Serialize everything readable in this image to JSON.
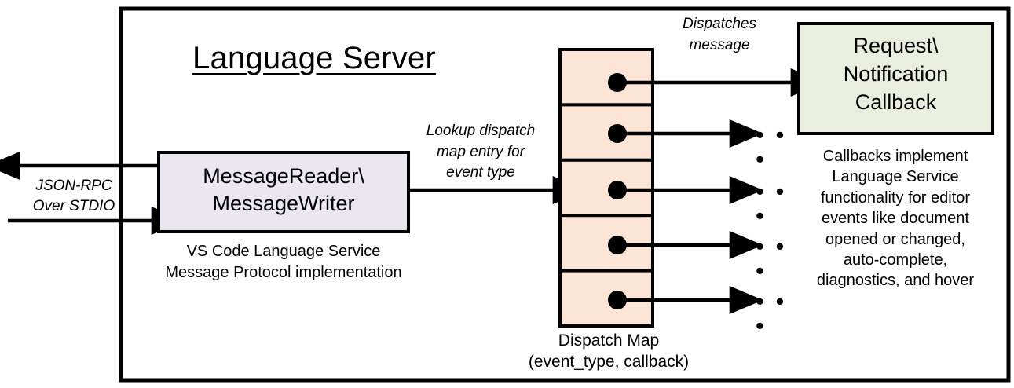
{
  "diagram": {
    "title": "Language Server",
    "frame": {
      "label": "language-server-boundary"
    },
    "colors": {
      "stroke": "#000000",
      "reader_fill": "#eae7f0",
      "dispatch_fill": "#fce5d6",
      "callback_fill": "#e9eedf",
      "background": "#ffffff"
    },
    "nodes": {
      "message_reader": {
        "label": "MessageReader\\\nMessageWriter",
        "caption": "VS Code Language Service\nMessage Protocol implementation"
      },
      "dispatch_map": {
        "caption": "Dispatch Map\n(event_type, callback)",
        "rows": 5,
        "entries": [
          {
            "index": 0,
            "target": "Request\\Notification Callback"
          },
          {
            "index": 1,
            "target": "..."
          },
          {
            "index": 2,
            "target": "..."
          },
          {
            "index": 3,
            "target": "..."
          },
          {
            "index": 4,
            "target": "..."
          }
        ]
      },
      "callback": {
        "label": "Request\\\nNotification\nCallback",
        "caption": "Callbacks implement\nLanguage Service\nfunctionality for editor\nevents like document\nopened or changed,\nauto-complete,\ndiagnostics, and hover"
      }
    },
    "edges": {
      "external_io": "JSON-RPC\nOver STDIO",
      "lookup": "Lookup dispatch\nmap entry for\nevent type",
      "dispatches": "Dispatches\nmessage"
    },
    "ellipsis": "• • •"
  }
}
